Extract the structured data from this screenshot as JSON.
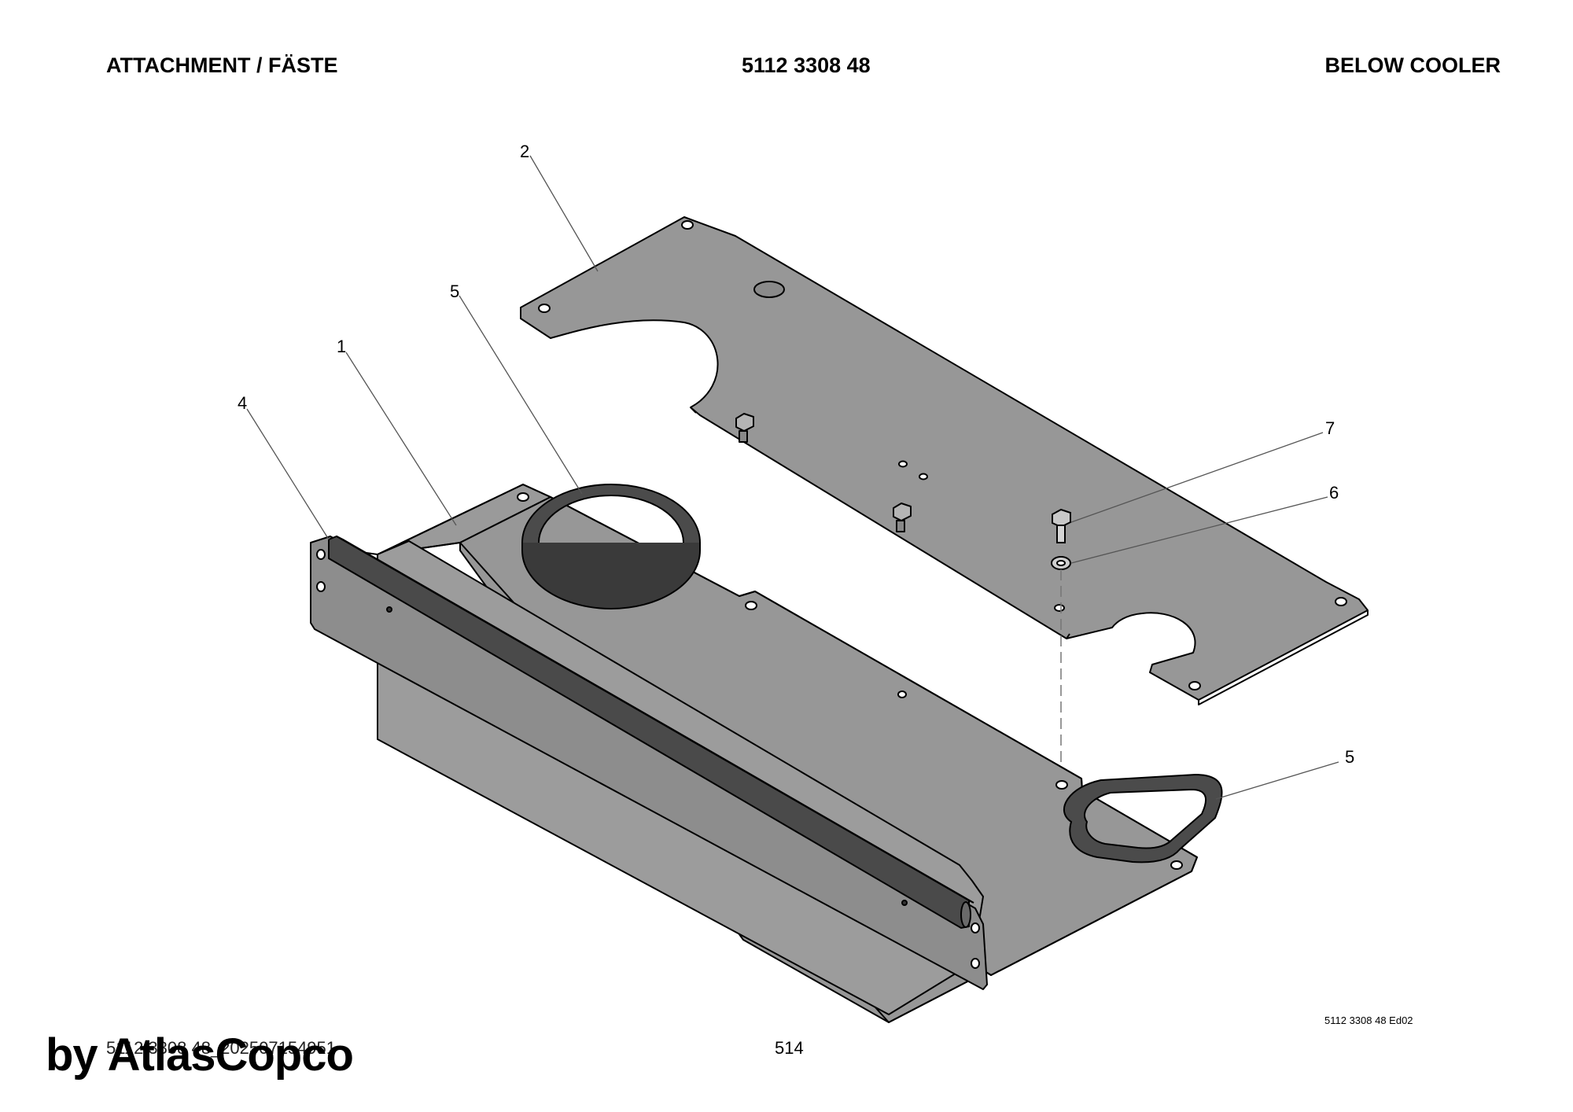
{
  "header": {
    "left_title": "ATTACHMENT / FÄSTE",
    "center_title": "5112 3308 48",
    "right_title": "BELOW COOLER"
  },
  "callouts": [
    {
      "id": "c1",
      "label": "1"
    },
    {
      "id": "c2",
      "label": "2"
    },
    {
      "id": "c4",
      "label": "4"
    },
    {
      "id": "c5a",
      "label": "5"
    },
    {
      "id": "c5b",
      "label": "5"
    },
    {
      "id": "c6",
      "label": "6"
    },
    {
      "id": "c7",
      "label": "7"
    }
  ],
  "drawing_ref": "5112 3308 48 Ed02",
  "footer": {
    "doc_id": "5112 3308 48_202507154951",
    "page_number": "514",
    "watermark": "by AtlasCopco"
  },
  "colors": {
    "plate_fill": "#979797",
    "plate_dark": "#7d7d7d",
    "seal_fill": "#4a4a4a",
    "outline": "#000000",
    "leader": "#555555"
  }
}
